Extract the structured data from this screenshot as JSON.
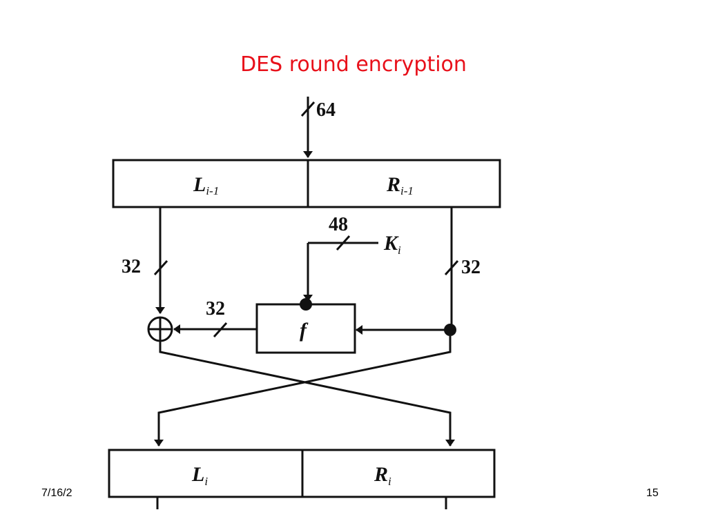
{
  "slide": {
    "title": "DES round encryption",
    "footer_date": "7/16/2",
    "slide_number": "15"
  },
  "diagram": {
    "input_bits": "64",
    "key_bits": "48",
    "left_bits": "32",
    "right_bits": "32",
    "f_output_bits": "32",
    "key_label": "K",
    "key_subscript": "i",
    "top_left_label": "L",
    "top_left_subscript": "i-1",
    "top_right_label": "R",
    "top_right_subscript": "i-1",
    "bottom_left_label": "L",
    "bottom_left_subscript": "i",
    "bottom_right_label": "R",
    "bottom_right_subscript": "i",
    "function_label": "f",
    "xor_symbol": "⊕"
  }
}
